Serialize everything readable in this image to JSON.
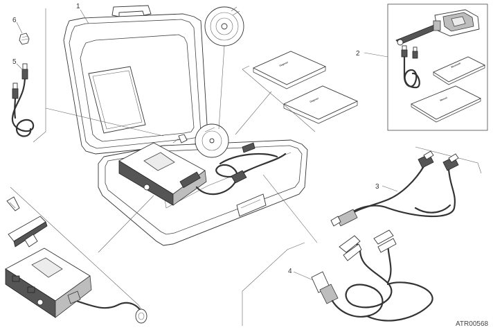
{
  "callouts": [
    {
      "num": "1"
    },
    {
      "num": "2"
    },
    {
      "num": "3"
    },
    {
      "num": "4"
    },
    {
      "num": "5"
    },
    {
      "num": "6"
    }
  ],
  "reference_code": "ATR00568",
  "colors": {
    "line": "#333333",
    "background": "#ffffff",
    "shade": "#bdbdbd"
  }
}
